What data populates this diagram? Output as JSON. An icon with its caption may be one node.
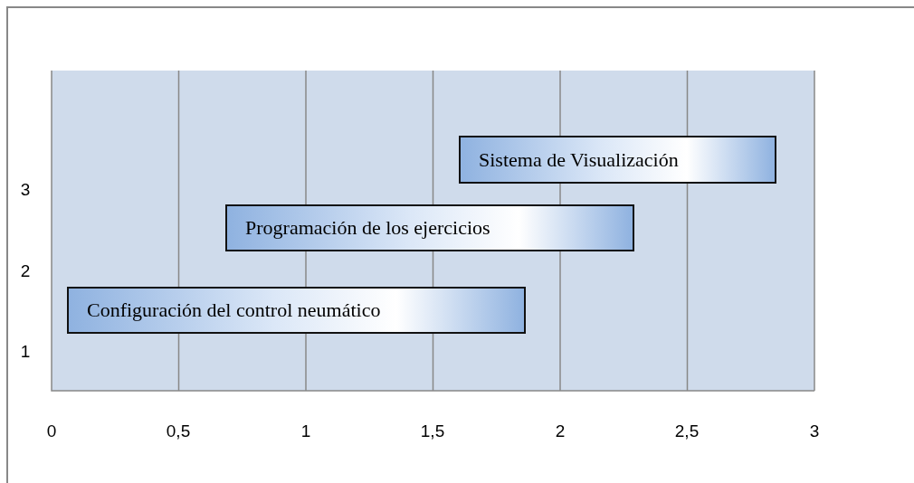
{
  "diagram": {
    "nodes": [
      {
        "text": [
          "Sistema de Visualización"
        ]
      },
      {
        "text": [
          "Programación de los ejercicios"
        ]
      },
      {
        "text": [
          "Configuración del control neumático"
        ]
      }
    ],
    "labels": [
      "3",
      "2",
      "1",
      "0",
      "0,5",
      "1",
      "1,5",
      "2",
      "2,5",
      "3"
    ]
  }
}
